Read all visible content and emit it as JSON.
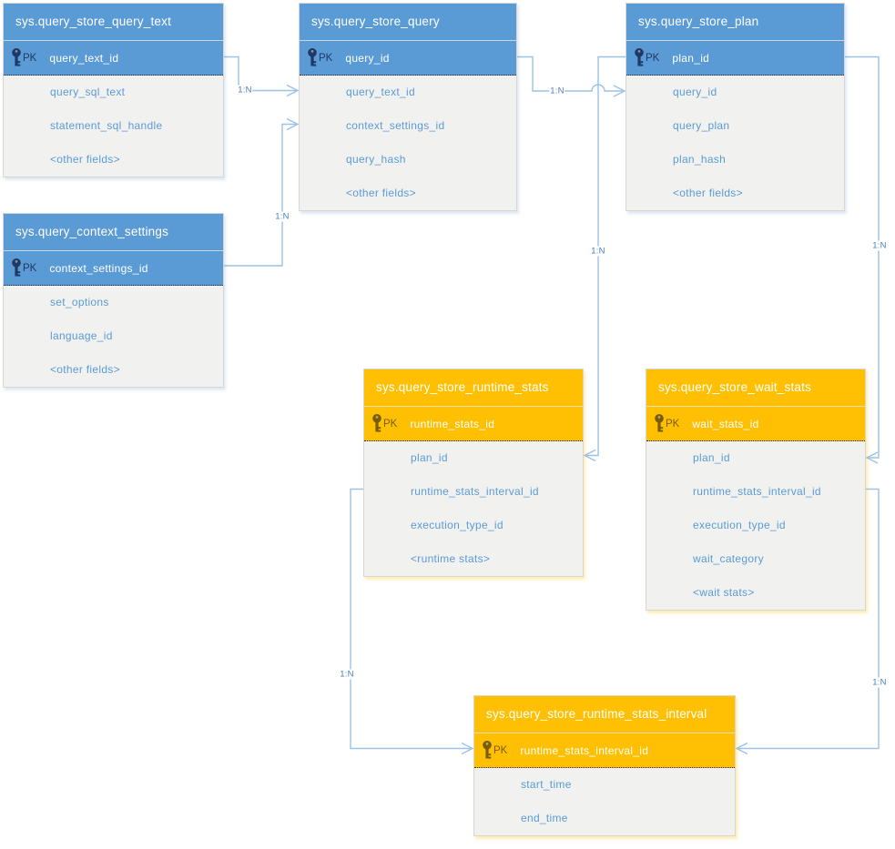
{
  "diagram": {
    "colors": {
      "blue_header": "#5B9BD5",
      "orange_header": "#FFC003",
      "body_background": "#F1F1F0",
      "field_text": "#5B9BD5",
      "connector_line": "#9CC2E5",
      "pk_icon_blue": "#1F3864",
      "pk_icon_orange": "#7A5C00"
    },
    "tables": [
      {
        "title": "sys.query_store_query_text",
        "theme": "blue",
        "pk_badge": "PK",
        "pk_field": "query_text_id",
        "fields": [
          "query_sql_text",
          "statement_sql_handle",
          "<other fields>"
        ]
      },
      {
        "title": "sys.query_store_query",
        "theme": "blue",
        "pk_badge": "PK",
        "pk_field": "query_id",
        "fields": [
          "query_text_id",
          "context_settings_id",
          "query_hash",
          "<other fields>"
        ]
      },
      {
        "title": "sys.query_store_plan",
        "theme": "blue",
        "pk_badge": "PK",
        "pk_field": "plan_id",
        "fields": [
          "query_id",
          "query_plan",
          "plan_hash",
          "<other fields>"
        ]
      },
      {
        "title": "sys.query_context_settings",
        "theme": "blue",
        "pk_badge": "PK",
        "pk_field": "context_settings_id",
        "fields": [
          "set_options",
          "language_id",
          "<other fields>"
        ]
      },
      {
        "title": "sys.query_store_runtime_stats",
        "theme": "orange",
        "pk_badge": "PK",
        "pk_field": "runtime_stats_id",
        "fields": [
          "plan_id",
          "runtime_stats_interval_id",
          "execution_type_id",
          "<runtime stats>"
        ]
      },
      {
        "title": "sys.query_store_wait_stats",
        "theme": "orange",
        "pk_badge": "PK",
        "pk_field": "wait_stats_id",
        "fields": [
          "plan_id",
          "runtime_stats_interval_id",
          "execution_type_id",
          "wait_category",
          "<wait stats>"
        ]
      },
      {
        "title": "sys.query_store_runtime_stats_interval",
        "theme": "orange",
        "pk_badge": "PK",
        "pk_field": "runtime_stats_interval_id",
        "fields": [
          "start_time",
          "end_time"
        ]
      }
    ],
    "connectors": [
      {
        "id": "query-text-to-query",
        "label": "1:N"
      },
      {
        "id": "context-settings-to-query",
        "label": "1:N"
      },
      {
        "id": "query-to-plan",
        "label": "1:N"
      },
      {
        "id": "plan-to-runtime-stats",
        "label": "1:N"
      },
      {
        "id": "plan-to-wait-stats",
        "label": "1:N"
      },
      {
        "id": "runtime-stats-to-interval",
        "label": "1:N"
      },
      {
        "id": "wait-stats-to-interval",
        "label": "1:N"
      }
    ]
  }
}
